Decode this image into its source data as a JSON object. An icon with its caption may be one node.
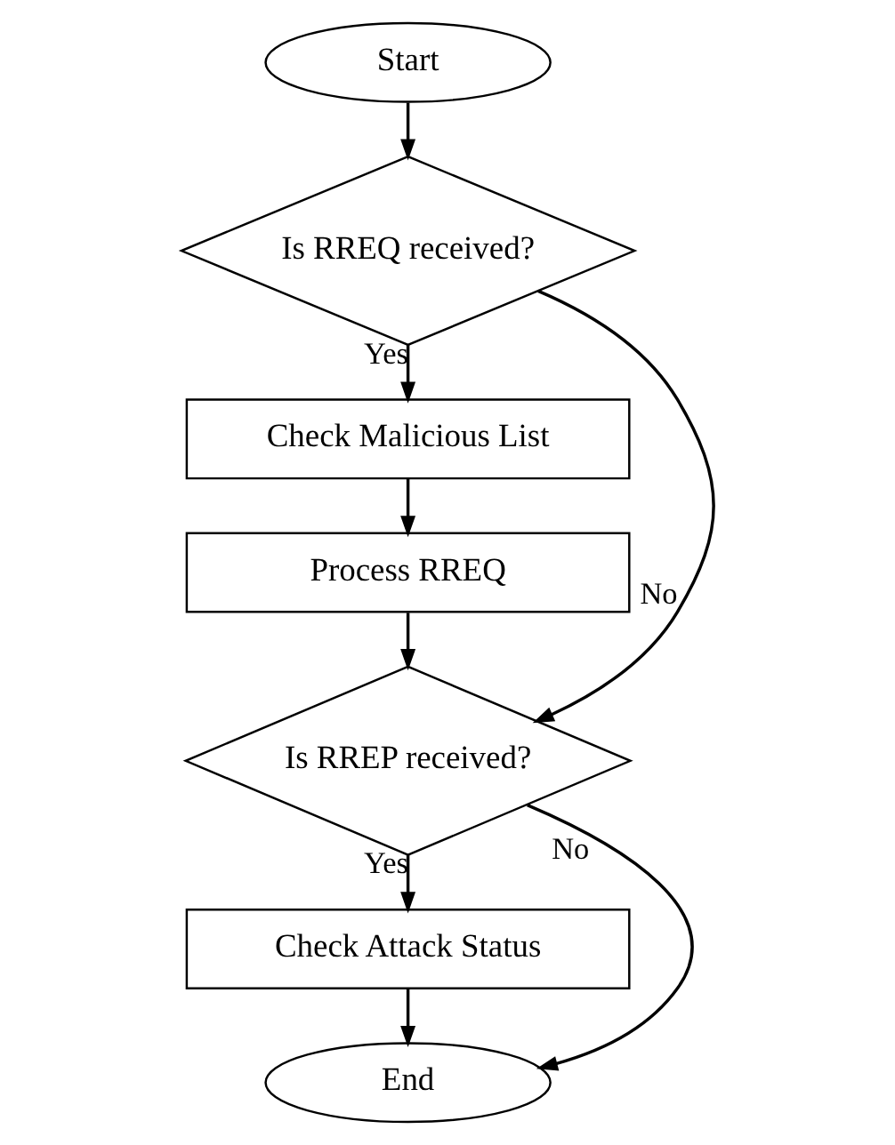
{
  "diagram": {
    "nodes": [
      {
        "text": [
          "Start"
        ]
      },
      {
        "text": [
          "Is RREQ received?"
        ]
      },
      {
        "text": [
          "Check Malicious List"
        ]
      },
      {
        "text": [
          "Process RREQ"
        ]
      },
      {
        "text": [
          "Is RREP received?"
        ]
      },
      {
        "text": [
          "Check Attack Status"
        ]
      },
      {
        "text": [
          "End"
        ]
      }
    ],
    "edges": [
      {
        "from": 0,
        "to": 1,
        "arrow": "to"
      },
      {
        "from": 1,
        "to": 2,
        "arrow": "to",
        "label": "Yes"
      },
      {
        "from": 1,
        "to": 4,
        "arrow": "to",
        "label": "No"
      },
      {
        "from": 2,
        "to": 3,
        "arrow": "to"
      },
      {
        "from": 3,
        "to": 4,
        "arrow": "to"
      },
      {
        "from": 4,
        "to": 5,
        "arrow": "to",
        "label": "Yes"
      },
      {
        "from": 4,
        "to": 6,
        "arrow": "to",
        "label": "No"
      },
      {
        "from": 5,
        "to": 6,
        "arrow": "to"
      }
    ]
  }
}
